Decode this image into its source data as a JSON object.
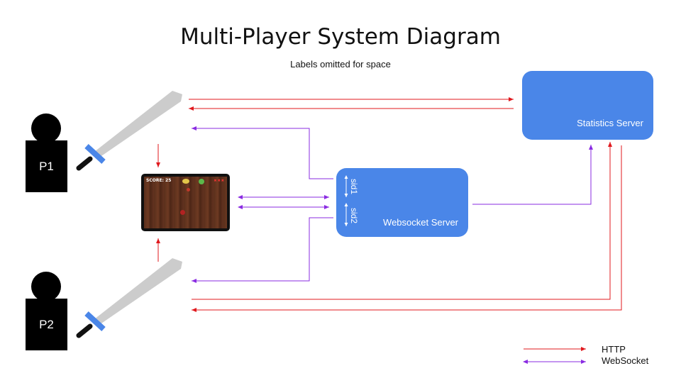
{
  "title": "Multi-Player System Diagram",
  "subtitle": "Labels omitted for space",
  "players": [
    {
      "label": "P1"
    },
    {
      "label": "P2"
    }
  ],
  "servers": {
    "statistics": "Statistics Server",
    "websocket": "Websocket Server",
    "sids": [
      "sid1",
      "sid2"
    ]
  },
  "game_screen": {
    "score_text": "SCORE: 25",
    "lives_text": "✖✖✖"
  },
  "legend": [
    {
      "label": "HTTP",
      "color": "#e0191e"
    },
    {
      "label": "WebSocket",
      "color": "#8a2be2"
    }
  ],
  "colors": {
    "server_fill": "#4a86e8",
    "http": "#e0191e",
    "websocket": "#8a2be2"
  }
}
